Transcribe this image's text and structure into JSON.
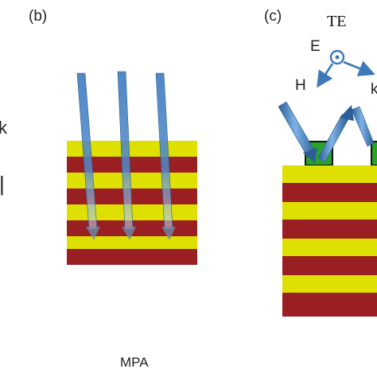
{
  "panels": {
    "b": {
      "label": "(b)",
      "caption": "MPA"
    },
    "c": {
      "label": "(c)",
      "mode": "TE",
      "field_e": "E",
      "field_h": "H",
      "field_k_partial": "k"
    }
  },
  "left_edge_fragments": {
    "top": "k",
    "bottom": "|"
  },
  "colors": {
    "stripe_yellow": "#dde000",
    "stripe_red": "#991f22",
    "arrow_blue": "#4f88c6",
    "arrow_dark": "#2c5f95",
    "particle_green": "#29a329"
  }
}
